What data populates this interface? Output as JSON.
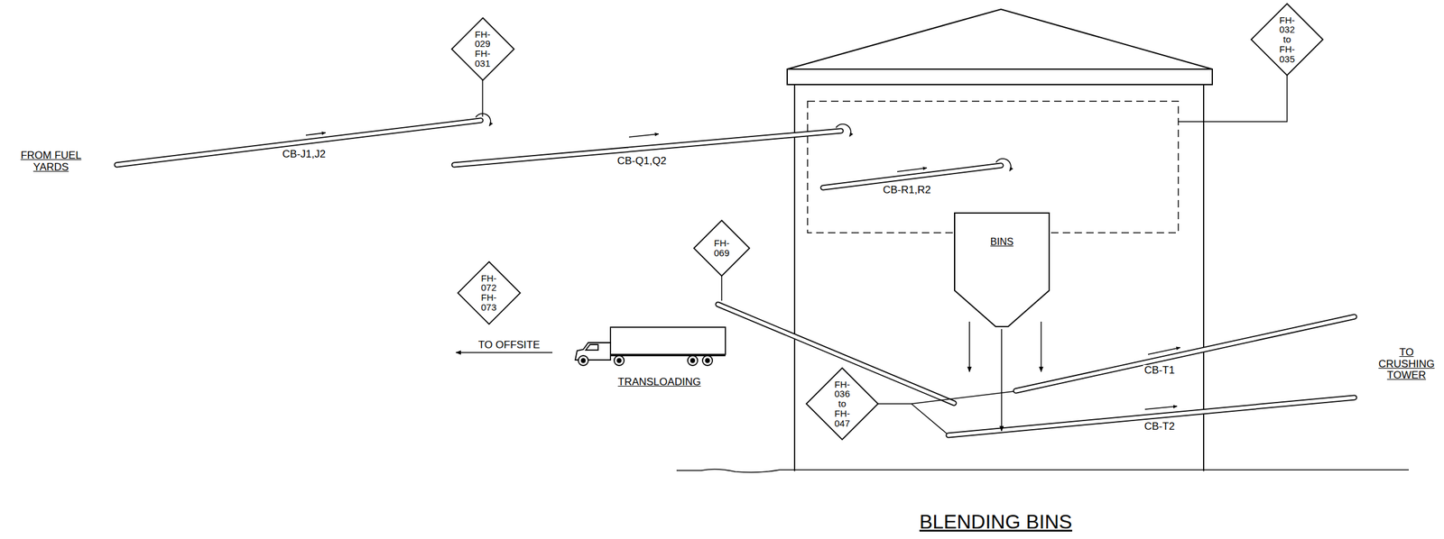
{
  "diagram": {
    "title": "BLENDING BINS",
    "nodes": [
      {
        "text": [
          "FH-029 FH-031"
        ]
      },
      {
        "text": [
          "FH-032 to FH-035"
        ]
      },
      {
        "text": [
          "FH-069"
        ]
      },
      {
        "text": [
          "FH-072 FH-073"
        ]
      },
      {
        "text": [
          "BINS"
        ]
      },
      {
        "text": [
          "FH-036 to FH-047"
        ]
      }
    ],
    "labels": [
      "FROM FUEL YARDS",
      "CB-J1,J2",
      "CB-Q1,Q2",
      "CB-R1,R2",
      "TO OFFSITE",
      "TRANSLOADING",
      "CB-T1",
      "CB-T2",
      "TO CRUSHING TOWER"
    ]
  }
}
